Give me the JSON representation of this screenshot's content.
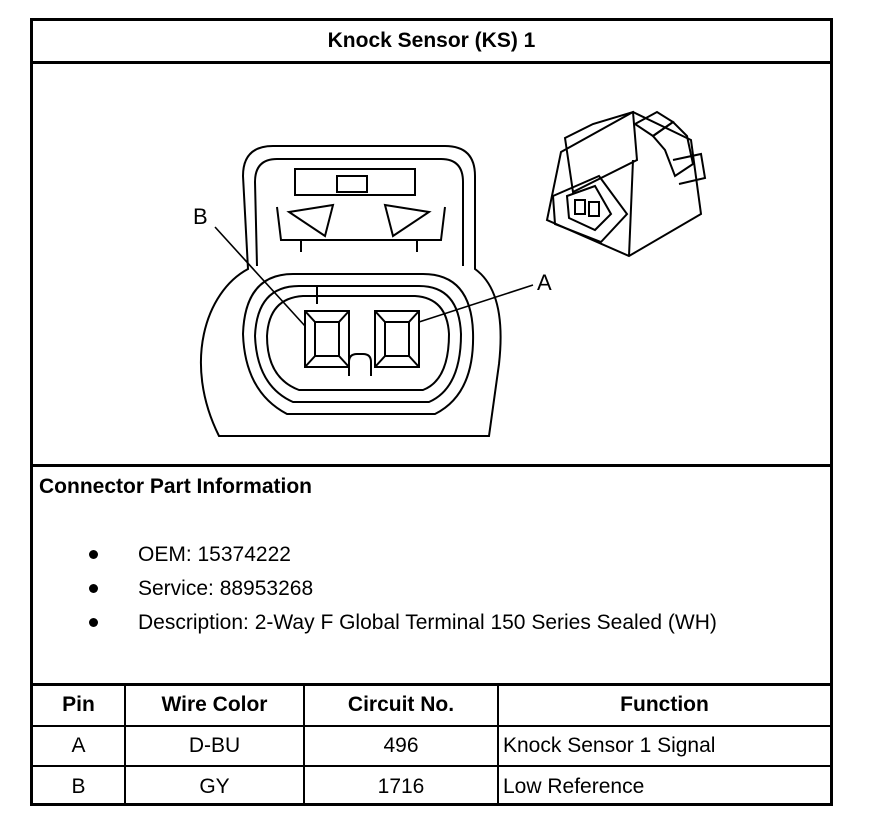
{
  "title": "Knock Sensor (KS) 1",
  "figure": {
    "callouts": [
      {
        "key": "b",
        "label": "B"
      },
      {
        "key": "a",
        "label": "A"
      }
    ]
  },
  "info": {
    "heading": "Connector Part Information",
    "items": [
      "OEM: 15374222",
      "Service: 88953268",
      "Description: 2-Way F Global Terminal 150 Series Sealed (WH)"
    ]
  },
  "table": {
    "headers": [
      "Pin",
      "Wire Color",
      "Circuit No.",
      "Function"
    ],
    "rows": [
      [
        "A",
        "D-BU",
        "496",
        "Knock Sensor 1 Signal"
      ],
      [
        "B",
        "GY",
        "1716",
        "Low Reference"
      ]
    ]
  }
}
